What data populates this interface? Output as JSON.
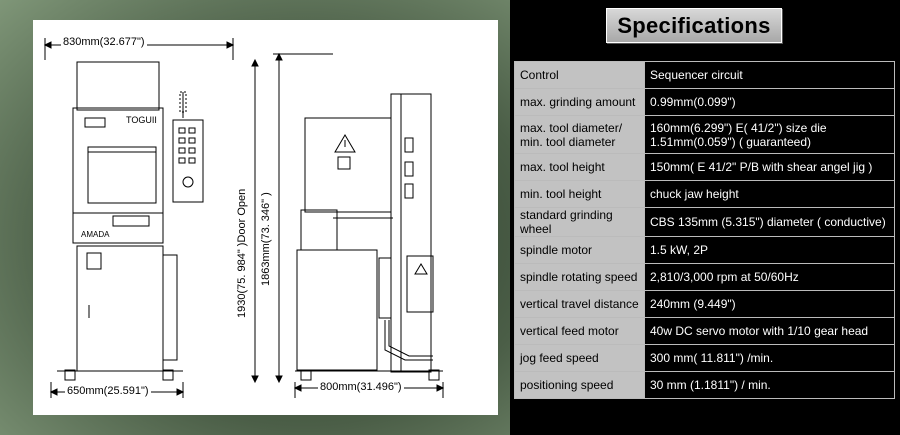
{
  "drawing": {
    "dim_width_front": "830mm(32.677\")",
    "dim_width_bottom_left": "650mm(25.591\")",
    "dim_width_bottom_right": "800mm(31.496\")",
    "dim_height_door_open": "1930(75. 984\" )Door Open",
    "dim_height_total": "1863mm(73. 346\" )",
    "brand_label": "TOGUII",
    "maker_label": "AMADA"
  },
  "specifications": {
    "title": "Specifications",
    "rows": [
      {
        "label": [
          "Control"
        ],
        "value": [
          "Sequencer circuit"
        ]
      },
      {
        "label": [
          "max. grinding amount"
        ],
        "value": [
          "0.99mm(0.099\")"
        ]
      },
      {
        "label": [
          "max. tool diameter/",
          "min. tool diameter"
        ],
        "value": [
          "160mm(6.299\") E( 41/2\") size die",
          "1.51mm(0.059\") ( guaranteed)"
        ]
      },
      {
        "label": [
          "max. tool height"
        ],
        "value": [
          "150mm( E 41/2\" P/B with shear angel jig )"
        ]
      },
      {
        "label": [
          "min. tool height"
        ],
        "value": [
          "chuck jaw height"
        ]
      },
      {
        "label": [
          "standard grinding wheel"
        ],
        "value": [
          "CBS 135mm (5.315\") diameter ( conductive)"
        ]
      },
      {
        "label": [
          "spindle motor"
        ],
        "value": [
          "1.5 kW, 2P"
        ]
      },
      {
        "label": [
          "spindle rotating speed"
        ],
        "value": [
          "2,810/3,000 rpm at 50/60Hz"
        ]
      },
      {
        "label": [
          "vertical travel distance"
        ],
        "value": [
          "240mm (9.449\")"
        ]
      },
      {
        "label": [
          "vertical feed motor"
        ],
        "value": [
          "40w DC servo motor with 1/10 gear head"
        ]
      },
      {
        "label": [
          "jog feed speed"
        ],
        "value": [
          "300 mm( 11.811\") /min."
        ]
      },
      {
        "label": [
          "positioning speed"
        ],
        "value": [
          "30 mm (1.1811\") / min."
        ]
      }
    ]
  }
}
